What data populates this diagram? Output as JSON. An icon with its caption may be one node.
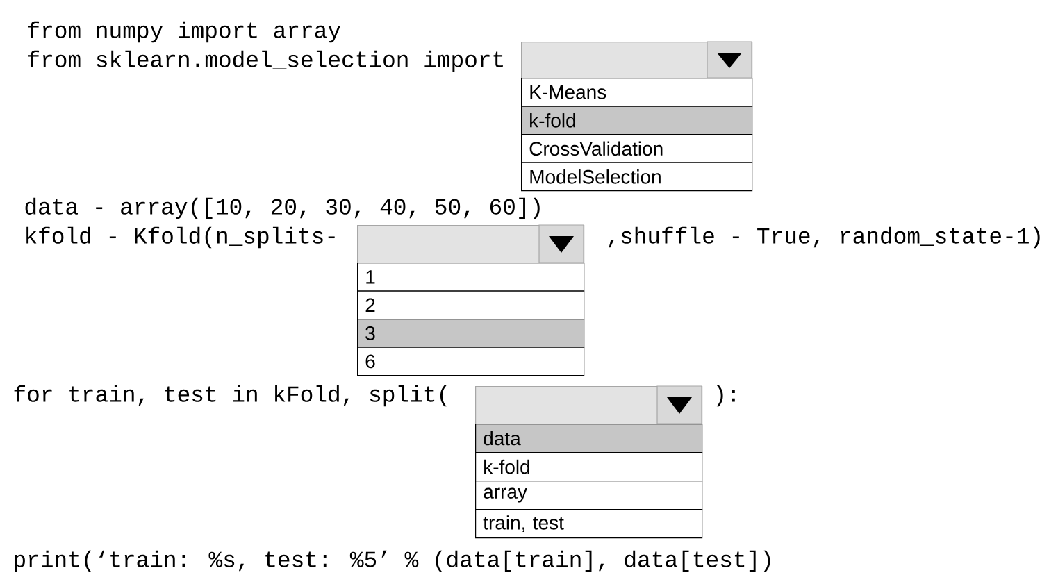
{
  "diagram": {
    "nodes": [
      {
        "text": [],
        "shape": "box"
      },
      {
        "text": [
          "K-Means"
        ]
      },
      {
        "text": [
          "k-fold"
        ]
      },
      {
        "text": [
          "CrossValidation"
        ]
      },
      {
        "text": [
          "ModelSelection"
        ]
      },
      {
        "text": [],
        "shape": "box"
      },
      {
        "text": [
          "1"
        ]
      },
      {
        "text": [
          "2"
        ]
      },
      {
        "text": [
          "3"
        ]
      },
      {
        "text": [
          "6"
        ]
      },
      {
        "text": [],
        "shape": "box"
      },
      {
        "text": [
          "data"
        ]
      },
      {
        "text": [
          "k-fold"
        ]
      },
      {
        "text": [
          "array"
        ]
      },
      {
        "text": [
          "train, test"
        ]
      }
    ],
    "edges": [],
    "labels": [
      "from numpy import array",
      "from sklearn.model_selection import",
      "data - array([10, 20, 30, 40, 50, 60])",
      "kfold - Kfold(n_splits-",
      ",shuffle - True, random_state-1)",
      "for train, test in kFold, split(",
      "):",
      "print(‘train: %s, test: %5’ % (data[train], data[test])"
    ]
  }
}
